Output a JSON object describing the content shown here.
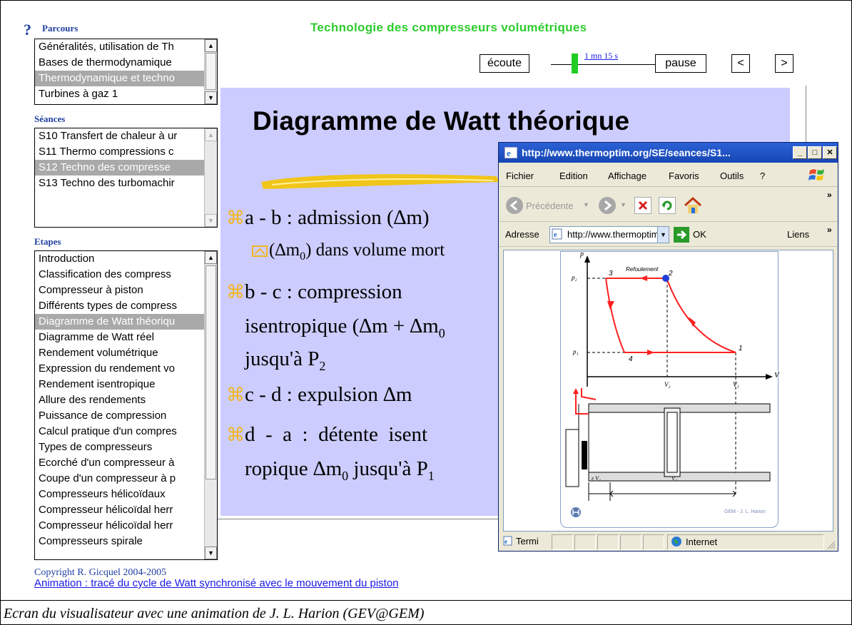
{
  "header": {
    "title": "Technologie des compresseurs volumétriques",
    "listen_label": "écoute",
    "time": "1 mn 15 s",
    "pause_label": "pause",
    "prev_label": "<",
    "next_label": ">"
  },
  "help": {
    "label": "?"
  },
  "parcours": {
    "title": "Parcours",
    "items": [
      "Généralités, utilisation de Th",
      "Bases de thermodynamique",
      "Thermodynamique et techno",
      "Turbines à gaz 1"
    ],
    "selected_index": 2
  },
  "seances": {
    "title": "Séances",
    "items": [
      "S10 Transfert de chaleur à ur",
      "S11 Thermo compressions c",
      "S12 Techno des compresse",
      "S13 Techno des turbomachir"
    ],
    "selected_index": 2
  },
  "etapes": {
    "title": "Etapes",
    "items": [
      "Introduction",
      "Classification des compress",
      "Compresseur à piston",
      "Différents types de compress",
      "Diagramme de Watt théoriqu",
      "Diagramme de Watt réel",
      "Rendement volumétrique",
      "Expression du rendement vo",
      "Rendement isentropique",
      "Allure des rendements",
      "Puissance de compression",
      "Calcul pratique d'un compres",
      "Types de compresseurs",
      "Ecorché d'un compresseur à",
      "Coupe d'un compresseur à p",
      "Compresseurs hélicoïdaux",
      "Compresseur hélicoïdal herr",
      "Compresseur hélicoïdal herr",
      "Compresseurs spirale"
    ],
    "selected_index": 4
  },
  "copyright": "Copyright R. Gicquel 2004-2005",
  "animation_link": "Animation : tracé du cycle de Watt synchronisé avec le mouvement du piston",
  "caption": "Ecran du visualisateur avec une animation de J. L. Harion (GEV@GEM)",
  "slide": {
    "title": "Diagramme de Watt théorique",
    "b1": "a - b : admission (∆m)",
    "b1_sub_a": "(∆m",
    "b1_sub_sub": "0",
    "b1_sub_b": ") dans volume mort",
    "b2_line1": "b - c : compression",
    "b2_line2": "isentropique (∆m + ∆m",
    "b2_line2_sub": "0",
    "b2_line3": "jusqu'à P",
    "b2_line3_sub": "2",
    "b3": "c - d : expulsion ∆m",
    "b4_line1": "d  -  a  :  détente  isent",
    "b4_line2": "ropique ∆m",
    "b4_line2_sub": "0",
    "b4_line2_b": " jusqu'à P",
    "b4_line2_sub2": "1"
  },
  "ie": {
    "title": "http://www.thermoptim.org/SE/seances/S1...",
    "menu": [
      "Fichier",
      "Edition",
      "Affichage",
      "Favoris",
      "Outils",
      "?"
    ],
    "back_label": "Précédente",
    "address_label": "Adresse",
    "address": "http://www.thermoptim.org",
    "go_label": "OK",
    "links_label": "Liens",
    "status_text": "Termi",
    "zone_label": "Internet",
    "diagram": {
      "p_label": "p",
      "p2_label": "p₂",
      "p1_label": "p₁",
      "v_label": "V",
      "v2_label": "V₂",
      "v1_label": "V₁",
      "pt1": "1",
      "pt2": "2",
      "pt3": "3",
      "pt4": "4",
      "refoulement": "Refoulement",
      "evp": "ε V₂",
      "vp": "V₂",
      "logo": "GEM - J. L. Harion",
      "colors": {
        "cycle": "#ff2020",
        "marker": "#1f3fd8"
      }
    }
  },
  "colors": {
    "title_green": "#2ecc2e",
    "section_blue": "#1f3fa0",
    "slide_bg": "#ccccff",
    "bullet_symbol": "#f3b61f"
  }
}
